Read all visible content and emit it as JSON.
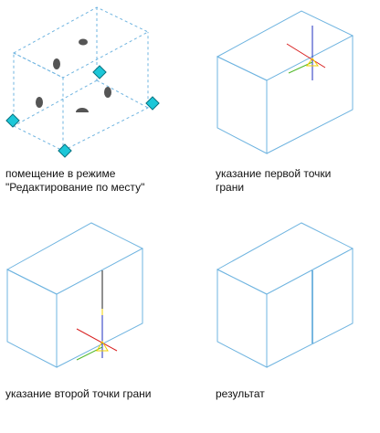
{
  "panels": [
    {
      "id": "in_place_edit",
      "caption_lines": [
        "помещение в режиме",
        "\"Редактирование по месту\""
      ]
    },
    {
      "id": "first_point",
      "caption_lines": [
        "указание первой точки",
        "грани"
      ]
    },
    {
      "id": "second_point",
      "caption_lines": [
        "указание второй точки грани"
      ]
    },
    {
      "id": "result",
      "caption_lines": [
        "результат"
      ]
    }
  ],
  "colors": {
    "box_edge": "#6fb4e0",
    "grip": "#1cc7d8",
    "grip_outline": "#08707e",
    "marker": "#555555",
    "axis_x": "#d81f1f",
    "axis_z": "#1f2fbf",
    "axis_y": "#4fb828",
    "axis_pick": "#f0d200",
    "dark_line": "#222222",
    "new_edge": "#4a9fd6"
  },
  "icons": [
    "grip-handle-icon",
    "ucs-crosshair-icon"
  ]
}
